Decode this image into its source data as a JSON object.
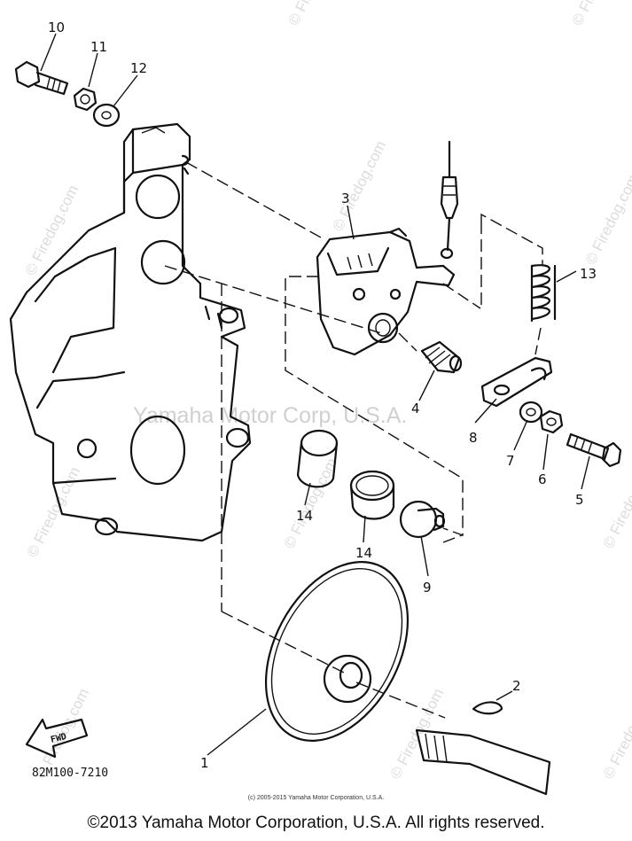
{
  "watermarks": {
    "center": "Yamaha Motor Corp, U.S.A.",
    "site": "© Firedog.com"
  },
  "callouts": [
    "10",
    "11",
    "12",
    "3",
    "13",
    "4",
    "8",
    "7",
    "6",
    "5",
    "14",
    "14",
    "9",
    "2",
    "1"
  ],
  "fwd_label": "FWD",
  "part_code": "82M100-7210",
  "footer": {
    "small": "(c) 2005-2015 Yamaha Motor Corporation, U.S.A.",
    "main": "©2013 Yamaha Motor Corporation, U.S.A. All rights reserved."
  }
}
